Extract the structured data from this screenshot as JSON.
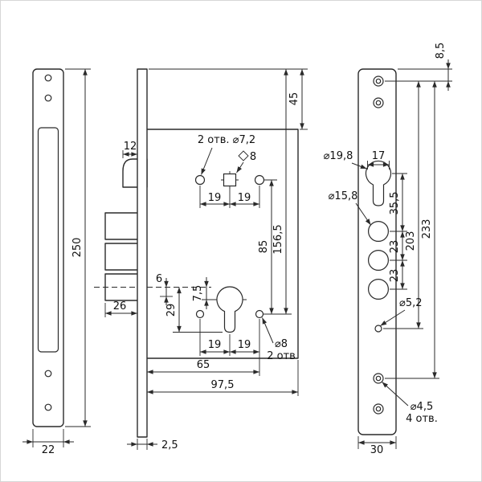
{
  "drawing": {
    "background": "#ffffff",
    "line_color": "#2a2a2a",
    "labels": {
      "d250": "250",
      "d22": "22",
      "d45": "45",
      "d12": "12",
      "top_holes": "2 отв. ⌀7,2",
      "sq8": "8",
      "d19": "19",
      "d85": "85",
      "d156_5": "156,5",
      "d6": "6",
      "d7_5": "7,5",
      "d29": "29",
      "d26": "26",
      "dia8": "⌀8",
      "n2otv": "2 отв",
      "d65": "65",
      "d97_5": "97,5",
      "d2_5": "2,5",
      "d8_5": "8,5",
      "d17": "17",
      "dia19_8": "⌀19,8",
      "dia15_8": "⌀15,8",
      "d35_5": "35,5",
      "d23": "23",
      "d203": "203",
      "d233": "233",
      "dia5_2": "⌀5,2",
      "dia4_5": "⌀4,5",
      "n4otv": "4 отв.",
      "d30": "30"
    }
  }
}
